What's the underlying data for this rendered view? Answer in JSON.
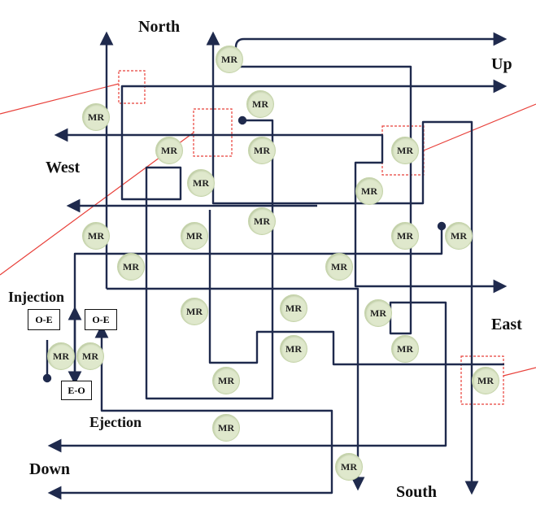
{
  "labels": {
    "north": "North",
    "south": "South",
    "east": "East",
    "west": "West",
    "up": "Up",
    "down": "Down",
    "injection": "Injection",
    "ejection": "Ejection"
  },
  "converters": {
    "oe_left": "O-E",
    "oe_right": "O-E",
    "eo": "E-O"
  },
  "mr_label": "MR",
  "colors": {
    "waveguide": "#1f2a4d",
    "highlight": "#e8403a",
    "mr_fill": "#dfe8cc"
  }
}
